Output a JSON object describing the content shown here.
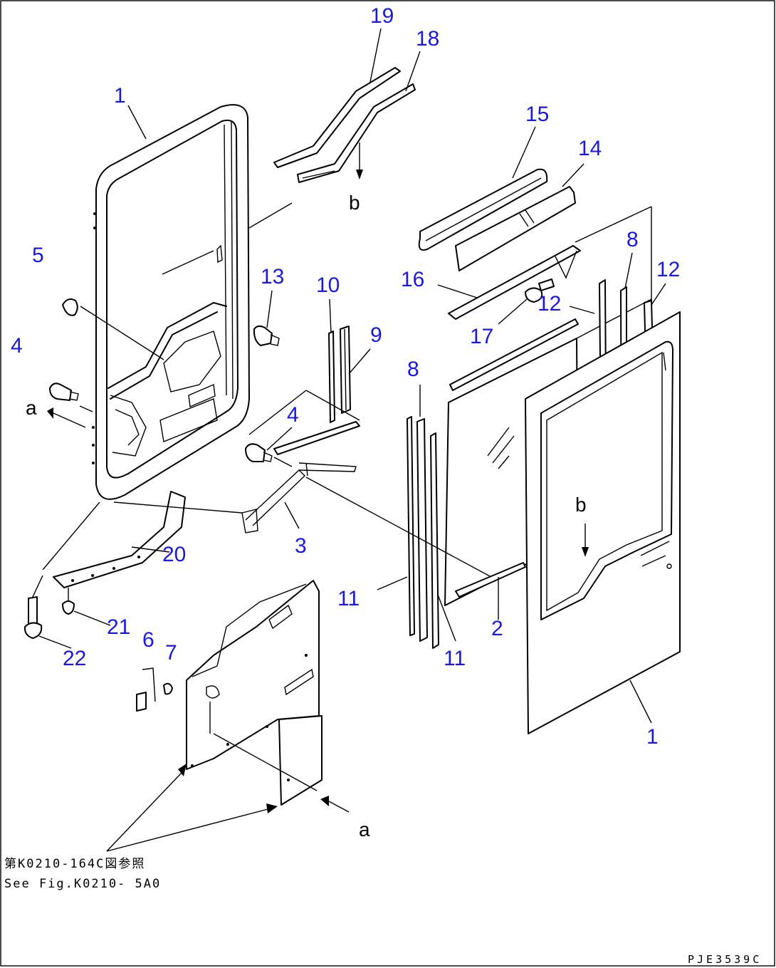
{
  "callouts": [
    "19",
    "18",
    "1",
    "15",
    "14",
    "5",
    "13",
    "10",
    "9",
    "16",
    "8",
    "12",
    "12",
    "17",
    "4",
    "8",
    "4",
    "3",
    "20",
    "11",
    "2",
    "11",
    "21",
    "22",
    "6",
    "7",
    "1"
  ],
  "view_marks": [
    "a",
    "b",
    "b",
    "a"
  ],
  "reference_note": {
    "line1": "第K0210-164C図参照",
    "line2": "See Fig.K0210- 5A0"
  },
  "drawing_code": "PJE3539C",
  "colors": {
    "callout": "#1a1adc",
    "line": "#000000",
    "background": "#ffffff"
  }
}
